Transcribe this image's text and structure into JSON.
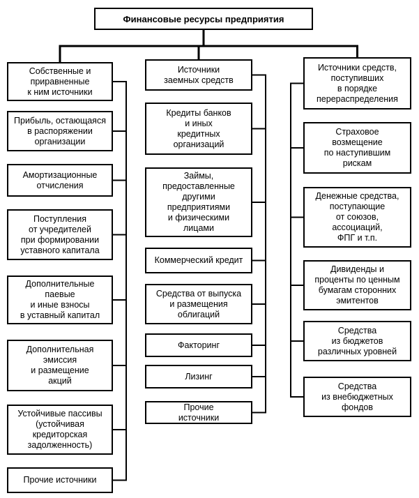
{
  "title": "Финансовые ресурсы предприятия",
  "colors": {
    "line": "#000000",
    "background": "#ffffff",
    "text": "#000000"
  },
  "columns": [
    {
      "name": "own-sources",
      "boxes": [
        {
          "label": "Собственные и\nприравненные\nк ним источники"
        },
        {
          "label": "Прибыль, остающаяся\nв распоряжении\nорганизации"
        },
        {
          "label": "Амортизационные\nотчисления"
        },
        {
          "label": "Поступления\nот учредителей\nпри формировании\nуставного капитала"
        },
        {
          "label": "Дополнительные\nпаевые\nи иные взносы\nв уставный капитал"
        },
        {
          "label": "Дополнительная\nэмиссия\nи размещение\nакций"
        },
        {
          "label": "Устойчивые пассивы\n(устойчивая\nкредиторская\nзадолженность)"
        },
        {
          "label": "Прочие источники"
        }
      ]
    },
    {
      "name": "borrowed-sources",
      "boxes": [
        {
          "label": "Источники\nзаемных средств"
        },
        {
          "label": "Кредиты банков\nи иных\nкредитных\nорганизаций"
        },
        {
          "label": "Займы,\nпредоставленные\nдругими\nпредприятиями\nи физическими\nлицами"
        },
        {
          "label": "Коммерческий кредит"
        },
        {
          "label": "Средства от выпуска\nи размещения\nоблигаций"
        },
        {
          "label": "Факторинг"
        },
        {
          "label": "Лизинг"
        },
        {
          "label": "Прочие\nисточники"
        }
      ]
    },
    {
      "name": "redistribution-sources",
      "boxes": [
        {
          "label": "Источники средств,\nпоступивших\nв порядке\nперераспределения"
        },
        {
          "label": "Страховое\nвозмещение\nпо наступившим\nрискам"
        },
        {
          "label": "Денежные средства,\nпоступающие\nот союзов,\nассоциаций,\nФПГ и т.п."
        },
        {
          "label": "Дивиденды и\nпроценты по ценным\nбумагам сторонних\nэмитентов"
        },
        {
          "label": "Средства\nиз бюджетов\nразличных уровней"
        },
        {
          "label": "Средства\nиз внебюджетных\nфондов"
        }
      ]
    }
  ]
}
